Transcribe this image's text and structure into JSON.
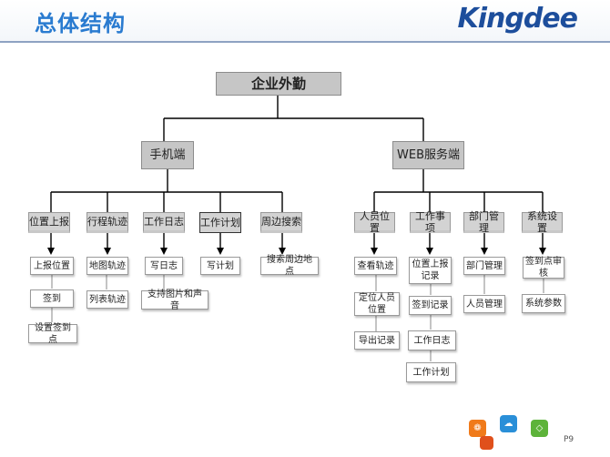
{
  "header": {
    "title": "总体结构",
    "logo_text": "Kingdee"
  },
  "root": "企业外勤",
  "branches": [
    {
      "label": "手机端",
      "categories": [
        {
          "label": "位置上报",
          "items": [
            "上报位置",
            "签到",
            "设置签到点"
          ]
        },
        {
          "label": "行程轨迹",
          "items": [
            "地图轨迹",
            "列表轨迹"
          ]
        },
        {
          "label": "工作日志",
          "items": [
            "写日志",
            "支持图片和声音"
          ]
        },
        {
          "label": "工作计划",
          "items": [
            "写计划"
          ]
        },
        {
          "label": "周边搜索",
          "items": [
            "搜索周边地点"
          ]
        }
      ]
    },
    {
      "label": "WEB服务端",
      "categories": [
        {
          "label": "人员位置",
          "items": [
            "查看轨迹",
            "定位人员位置",
            "导出记录"
          ]
        },
        {
          "label": "工作事项",
          "items": [
            "位置上报记录",
            "签到记录",
            "工作日志",
            "工作计划"
          ]
        },
        {
          "label": "部门管理",
          "items": [
            "部门管理",
            "人员管理"
          ]
        },
        {
          "label": "系统设置",
          "items": [
            "签到点审核",
            "系统参数"
          ]
        }
      ]
    }
  ],
  "footer": {
    "page_number": "P9"
  },
  "colors": {
    "title": "#2a7bd0",
    "logo": "#1d4e9c",
    "node_fill": "#c6c6c6"
  }
}
